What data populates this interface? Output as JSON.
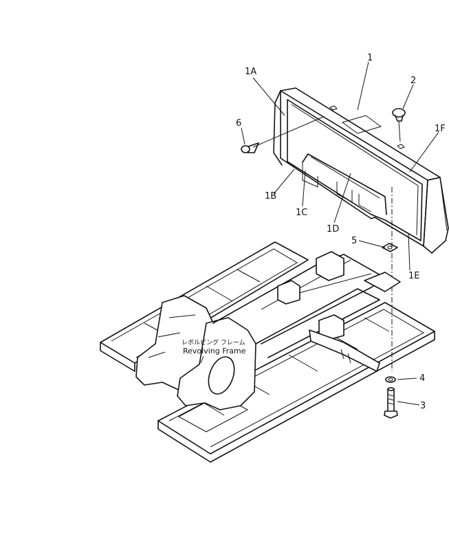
{
  "diagram": {
    "labels": {
      "p1": "1",
      "p1A": "1A",
      "p1B": "1B",
      "p1C": "1C",
      "p1D": "1D",
      "p1E": "1E",
      "p1F": "1F",
      "p2": "2",
      "p3": "3",
      "p4": "4",
      "p5": "5",
      "p6": "6"
    },
    "frame_caption_jp": "レボルビング フレーム",
    "frame_caption_en": "Revolving Frame"
  }
}
